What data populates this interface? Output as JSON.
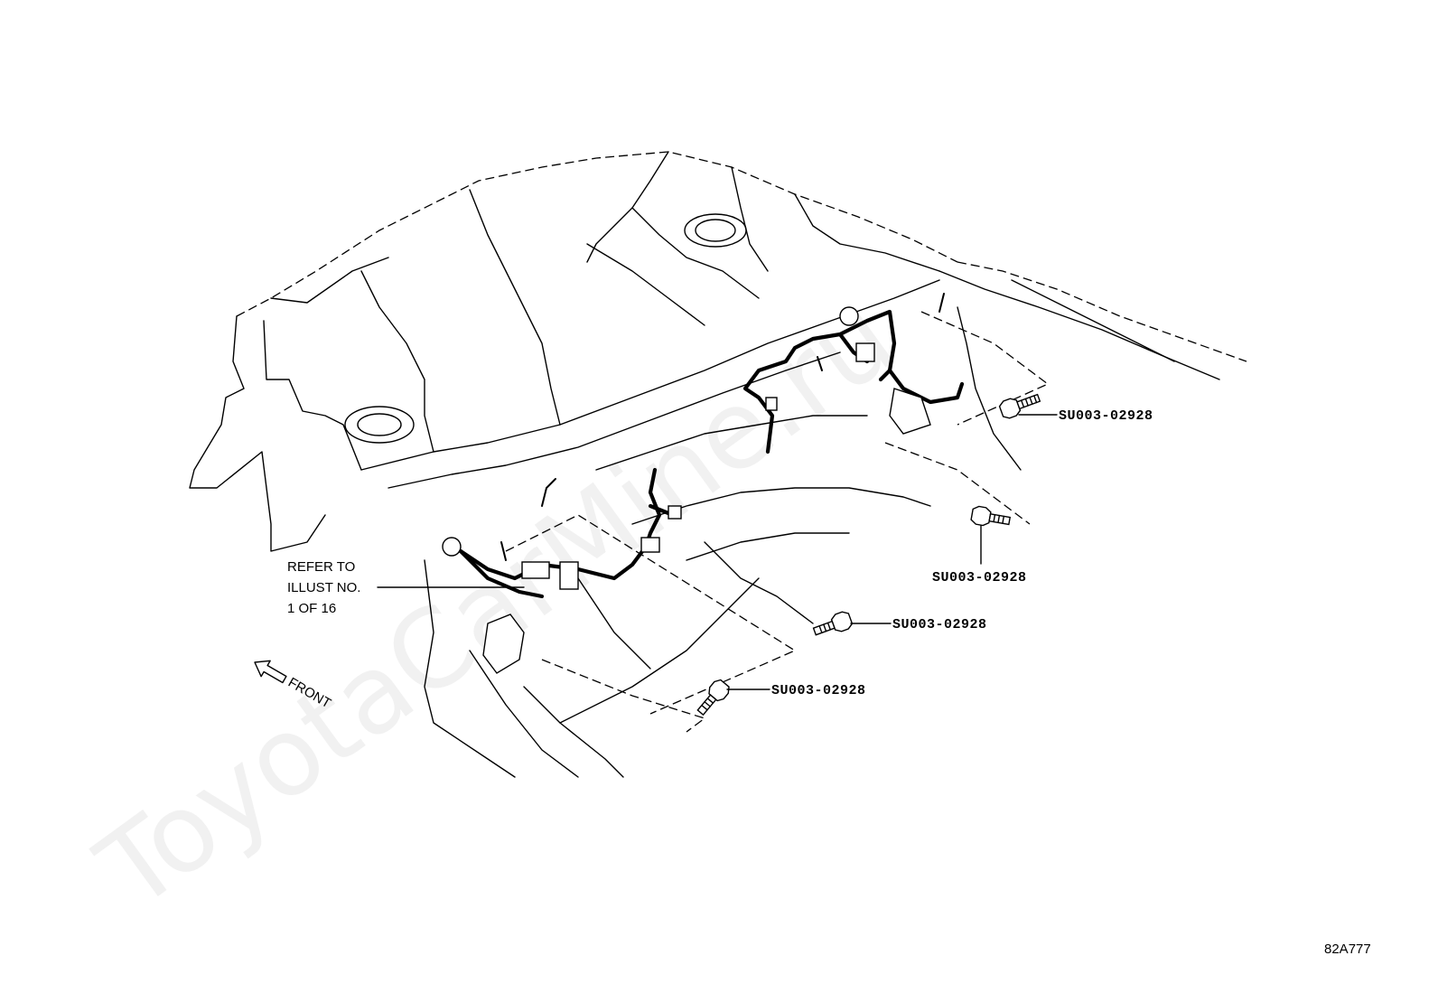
{
  "watermark": "ToyotaCarMine.ru",
  "callouts": [
    {
      "id": "bolt-1",
      "part_number": "SU003-02928"
    },
    {
      "id": "bolt-2",
      "part_number": "SU003-02928"
    },
    {
      "id": "bolt-3",
      "part_number": "SU003-02928"
    },
    {
      "id": "bolt-4",
      "part_number": "SU003-02928"
    }
  ],
  "reference_note": {
    "line1": "REFER TO",
    "line2": "ILLUST NO.",
    "line3": "1 OF 16"
  },
  "direction_label": "FRONT",
  "illustration_code": "82A777"
}
